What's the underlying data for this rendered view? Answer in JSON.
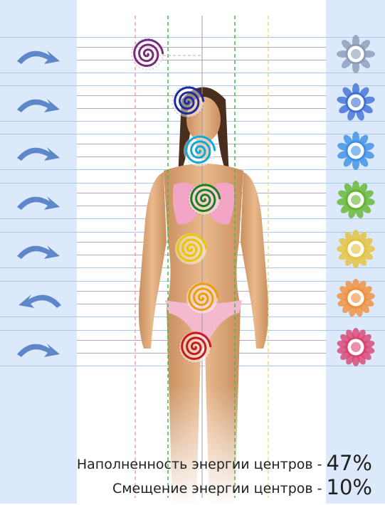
{
  "rows": [
    {
      "arrow": "clockwise-arrow-icon",
      "chakra": "crown-chakra-icon",
      "spiral_color": "#7a2a7a",
      "chakra_color": "#8c9bb8"
    },
    {
      "arrow": "clockwise-arrow-icon",
      "chakra": "third-eye-chakra-icon",
      "spiral_color": "#1e2c9a",
      "chakra_color": "#3f6fd6"
    },
    {
      "arrow": "clockwise-arrow-icon",
      "chakra": "throat-chakra-icon",
      "spiral_color": "#12a8d8",
      "chakra_color": "#3b8fe6"
    },
    {
      "arrow": "clockwise-arrow-icon",
      "chakra": "heart-chakra-icon",
      "spiral_color": "#1b7f1b",
      "chakra_color": "#62b52e"
    },
    {
      "arrow": "clockwise-arrow-icon",
      "chakra": "solar-plexus-chakra-icon",
      "spiral_color": "#e8c800",
      "chakra_color": "#e5c23a"
    },
    {
      "arrow": "counterclockwise-arrow-icon",
      "chakra": "sacral-chakra-icon",
      "spiral_color": "#f09a10",
      "chakra_color": "#f08e3a"
    },
    {
      "arrow": "clockwise-arrow-icon",
      "chakra": "root-chakra-icon",
      "spiral_color": "#c41a1a",
      "chakra_color": "#d94470"
    }
  ],
  "stats": {
    "fill_label": "Наполненность энергии центров -",
    "fill_value": "47%",
    "shift_label": "Смещение энергии центров -",
    "shift_value": "10%"
  },
  "colors": {
    "panel_bg": "#dce9fb",
    "blue_line": "#a9c6ee",
    "mauve_line": "#c5a3b8",
    "arrow": "#5d87c8",
    "guide_green": "#3fbf3f",
    "guide_pink": "#f1a3a3",
    "guide_yellow": "#e6e27c"
  }
}
